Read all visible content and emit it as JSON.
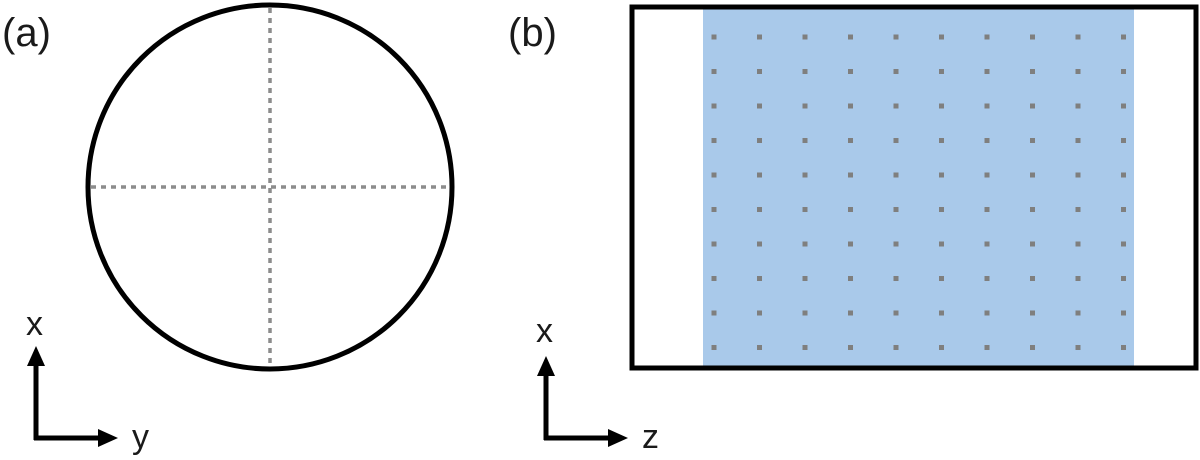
{
  "panels": {
    "a": {
      "label": "(a)",
      "axes": {
        "vertical": "x",
        "horizontal": "y"
      }
    },
    "b": {
      "label": "(b)",
      "axes": {
        "vertical": "x",
        "horizontal": "z"
      },
      "grid": {
        "columns": 10,
        "rows": 10
      }
    }
  },
  "colors": {
    "stroke": "#000000",
    "dotted_line": "#8c8c8c",
    "region_fill": "#a9c9ea",
    "grid_dot": "#7f7f7f"
  }
}
